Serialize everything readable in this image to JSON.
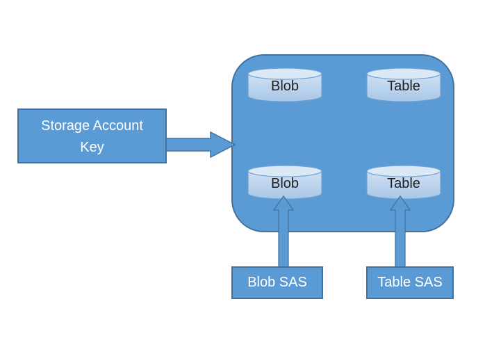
{
  "diagram": {
    "title_semantic": "Azure storage account access via account key and SAS tokens",
    "colors": {
      "shape_fill": "#5b9bd5",
      "shape_border": "#41719c",
      "cylinder_top_fill": "#dbe8f6",
      "cylinder_body_light": "#d0e0f3",
      "cylinder_body_dark": "#a9c7e7",
      "cylinder_border": "#6fa1d4",
      "label_light": "#ffffff",
      "label_dark": "#1f1f1f",
      "background": "#ffffff"
    },
    "nodes": {
      "storage_account_key": {
        "line1": "Storage Account",
        "line2": "Key"
      },
      "blob_sas": {
        "label": "Blob SAS"
      },
      "table_sas": {
        "label": "Table SAS"
      },
      "cylinders": [
        {
          "id": "blob-top",
          "label": "Blob"
        },
        {
          "id": "table-top",
          "label": "Table"
        },
        {
          "id": "blob-bottom",
          "label": "Blob"
        },
        {
          "id": "table-bottom",
          "label": "Table"
        }
      ]
    },
    "connections": [
      {
        "from": "storage-account-key",
        "to": "storage-account",
        "direction": "right"
      },
      {
        "from": "blob-sas",
        "to": "blob-bottom",
        "direction": "up"
      },
      {
        "from": "table-sas",
        "to": "table-bottom",
        "direction": "up"
      }
    ]
  }
}
